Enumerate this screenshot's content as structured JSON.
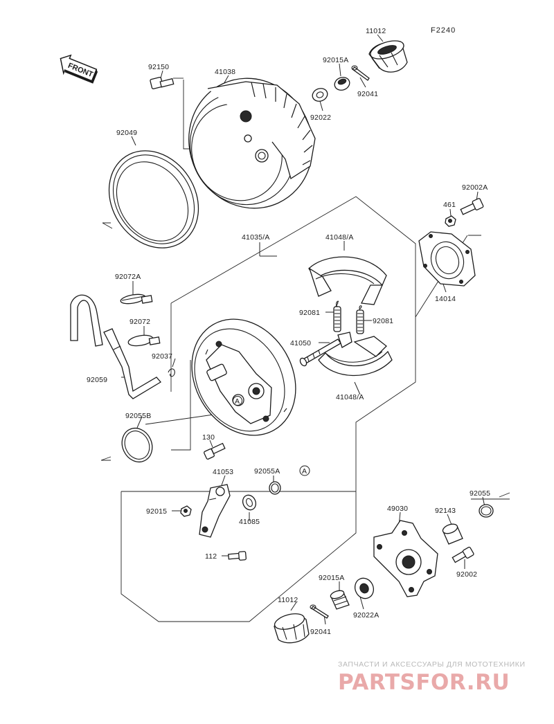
{
  "figure_code": "F2240",
  "front_label": "FRONT",
  "parts": {
    "p92150": "92150",
    "p41038": "41038",
    "p92049": "92049",
    "p11012_top": "11012",
    "p92015A_top": "92015A",
    "p92041_top": "92041",
    "p92022": "92022",
    "p92002A": "92002A",
    "p461": "461",
    "p14014": "14014",
    "p41035A": "41035/A",
    "p41048A_top": "41048/A",
    "p92072A": "92072A",
    "p92072": "92072",
    "p92081_left": "92081",
    "p92081_right": "92081",
    "p41050": "41050",
    "p92037": "92037",
    "p92059": "92059",
    "p41048A_bot": "41048/A",
    "p92055B": "92055B",
    "p130": "130",
    "p41053": "41053",
    "p92055A": "92055A",
    "ref_A": "A",
    "ref_A_hub": "A",
    "p92015": "92015",
    "p41085": "41085",
    "p112": "112",
    "p49030": "49030",
    "p92143": "92143",
    "p92055": "92055",
    "p92002": "92002",
    "p92015A_bot": "92015A",
    "p92022A": "92022A",
    "p11012_bot": "11012",
    "p92041_bot": "92041"
  },
  "watermark": {
    "tagline": "ЗАПЧАСТИ И АКСЕССУАРЫ ДЛЯ МОТОТЕХНИКИ",
    "logo": "PARTSFOR.RU",
    "logo_color": "#e9a9a9"
  }
}
